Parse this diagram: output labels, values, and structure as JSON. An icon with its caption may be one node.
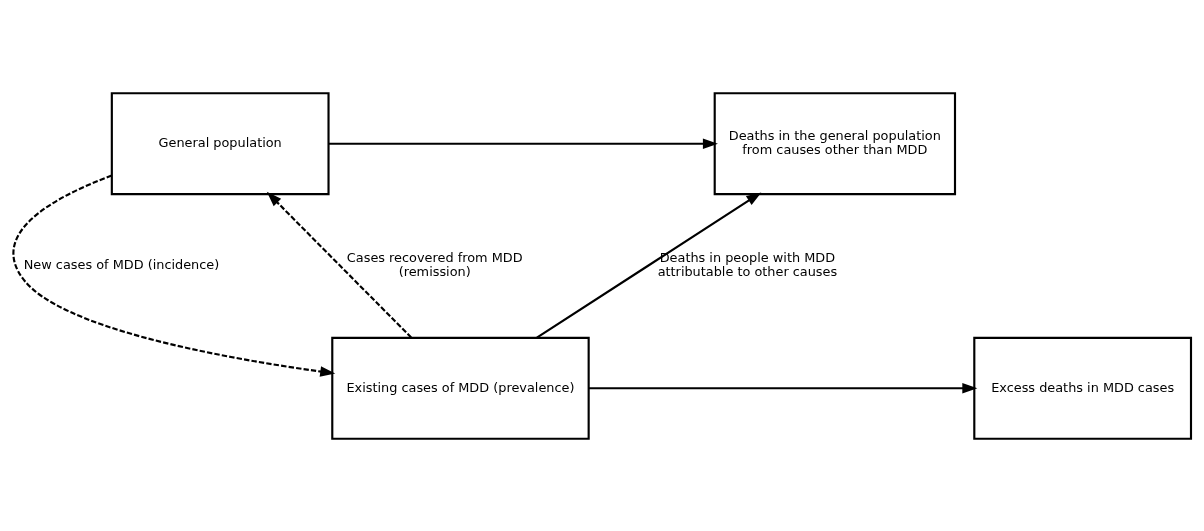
{
  "diagram": {
    "nodes": [
      {
        "text": [
          "General population"
        ]
      },
      {
        "text": [
          "Deaths in the general population from causes other than MDD"
        ]
      },
      {
        "text": [
          "Existing cases of MDD (prevalence)"
        ]
      },
      {
        "text": [
          "Excess deaths in MDD cases"
        ]
      }
    ],
    "edges": [
      {
        "from": 0,
        "to": 1,
        "arrow": "to"
      },
      {
        "from": 0,
        "to": 2,
        "arrow": "to",
        "style": "dashed",
        "label": "New cases of MDD (incidence)"
      },
      {
        "from": 2,
        "to": 0,
        "arrow": "to",
        "style": "dashed",
        "label": "Cases recovered from MDD (remission)"
      },
      {
        "from": 2,
        "to": 1,
        "arrow": "to",
        "label": "Deaths in people with MDD attributable to other causes"
      },
      {
        "from": 2,
        "to": 3,
        "arrow": "to"
      }
    ]
  }
}
